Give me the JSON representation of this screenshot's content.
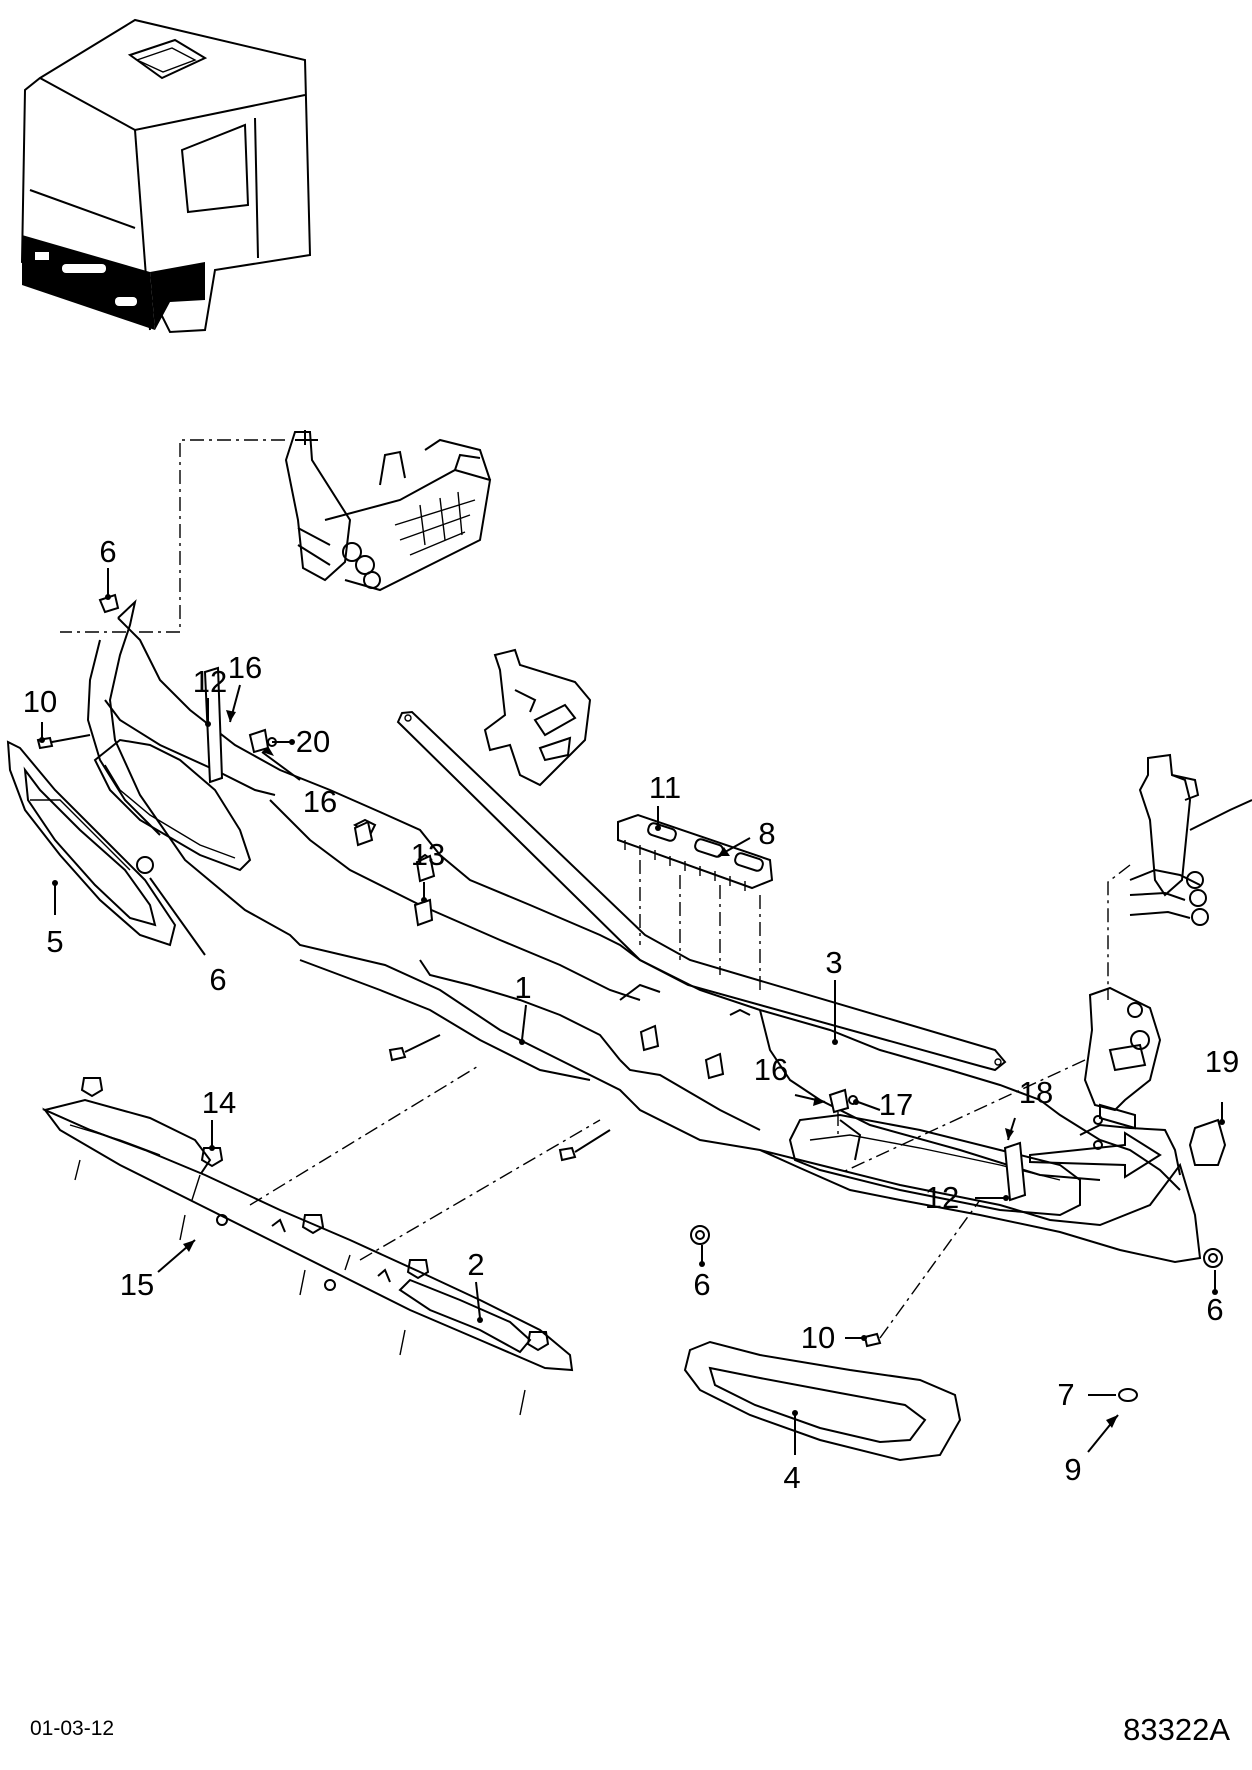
{
  "footer": {
    "date_code": "01-03-12",
    "figure_id": "83322A"
  },
  "callouts": [
    {
      "id": "c6a",
      "text": "6"
    },
    {
      "id": "c10a",
      "text": "10"
    },
    {
      "id": "c12a",
      "text": "12"
    },
    {
      "id": "c16a",
      "text": "16"
    },
    {
      "id": "c20",
      "text": "20"
    },
    {
      "id": "c16b",
      "text": "16"
    },
    {
      "id": "c5",
      "text": "5"
    },
    {
      "id": "c6b",
      "text": "6"
    },
    {
      "id": "c13",
      "text": "13"
    },
    {
      "id": "c11",
      "text": "11"
    },
    {
      "id": "c8",
      "text": "8"
    },
    {
      "id": "c3",
      "text": "3"
    },
    {
      "id": "c1",
      "text": "1"
    },
    {
      "id": "c14",
      "text": "14"
    },
    {
      "id": "c15",
      "text": "15"
    },
    {
      "id": "c2",
      "text": "2"
    },
    {
      "id": "c16c",
      "text": "16"
    },
    {
      "id": "c17",
      "text": "17"
    },
    {
      "id": "c18",
      "text": "18"
    },
    {
      "id": "c19",
      "text": "19"
    },
    {
      "id": "c12b",
      "text": "12"
    },
    {
      "id": "c6c",
      "text": "6"
    },
    {
      "id": "c6d",
      "text": "6"
    },
    {
      "id": "c10b",
      "text": "10"
    },
    {
      "id": "c7",
      "text": "7"
    },
    {
      "id": "c9",
      "text": "9"
    },
    {
      "id": "c4",
      "text": "4"
    }
  ]
}
